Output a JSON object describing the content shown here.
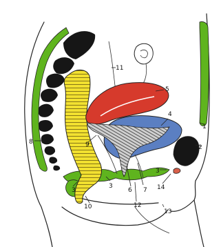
{
  "colors": {
    "green": "#5fb41e",
    "yellow": "#f2e130",
    "red": "#d63a2c",
    "blue": "#5b7fc2",
    "black": "#161616",
    "pink": "#d9604a",
    "outline": "#222222",
    "background": "#ffffff"
  },
  "labels": {
    "l1": "1",
    "l2": "2",
    "l3a": "3",
    "l3b": "3",
    "l3c": "3",
    "l4": "4",
    "l5": "5",
    "l6": "6",
    "l7": "7",
    "l8": "8",
    "l9": "9",
    "l10": "10",
    "l11": "11",
    "l12": "12",
    "l13": "13",
    "l14": "14"
  }
}
